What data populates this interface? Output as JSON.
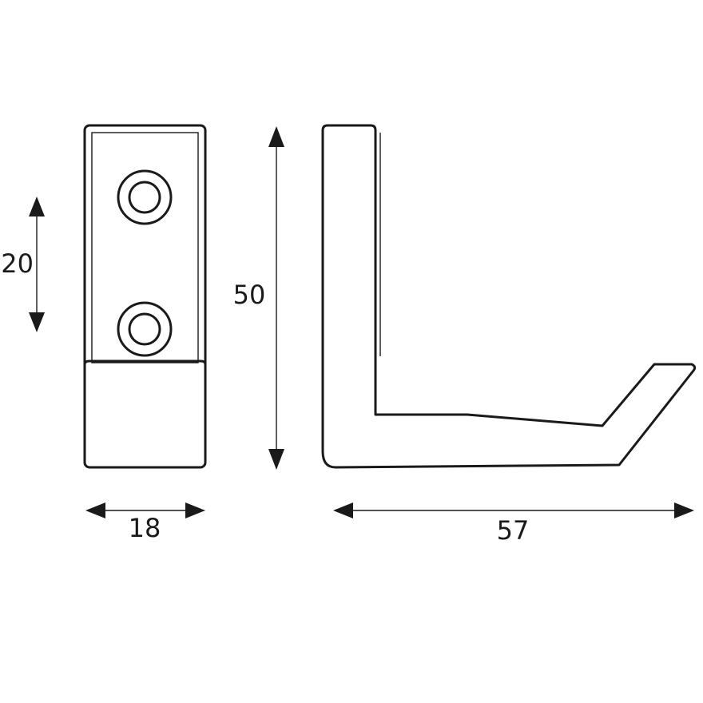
{
  "dimensions": {
    "hole_spacing": "20",
    "height": "50",
    "front_width": "18",
    "projection": "57"
  },
  "colors": {
    "line": "#1a1a1a",
    "background": "#ffffff"
  }
}
